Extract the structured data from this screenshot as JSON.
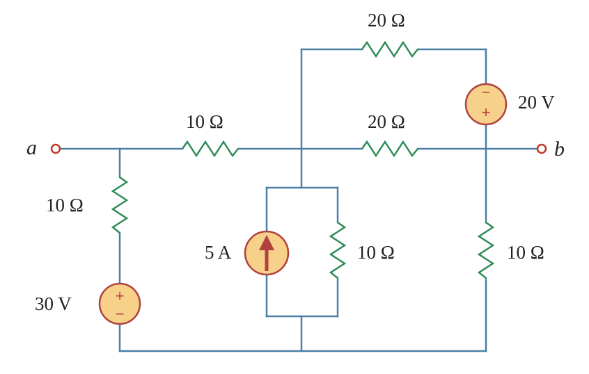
{
  "nodes": {
    "a": "a",
    "b": "b"
  },
  "labels": {
    "r_top": "20 Ω",
    "r_mid_left": "10 Ω",
    "r_mid_right": "20 Ω",
    "r_left_vertical": "10 Ω",
    "r_center_vertical": "10 Ω",
    "r_right_vertical": "10 Ω",
    "v_top_right": "20 V",
    "v_left": "30 V",
    "i_center": "5 A"
  },
  "signs": {
    "plus": "+",
    "minus": "−"
  },
  "colors": {
    "wire": "#4a7fa6",
    "resistor": "#2e8b57",
    "source_fill": "#f7d08a",
    "source_stroke": "#b0413e"
  }
}
